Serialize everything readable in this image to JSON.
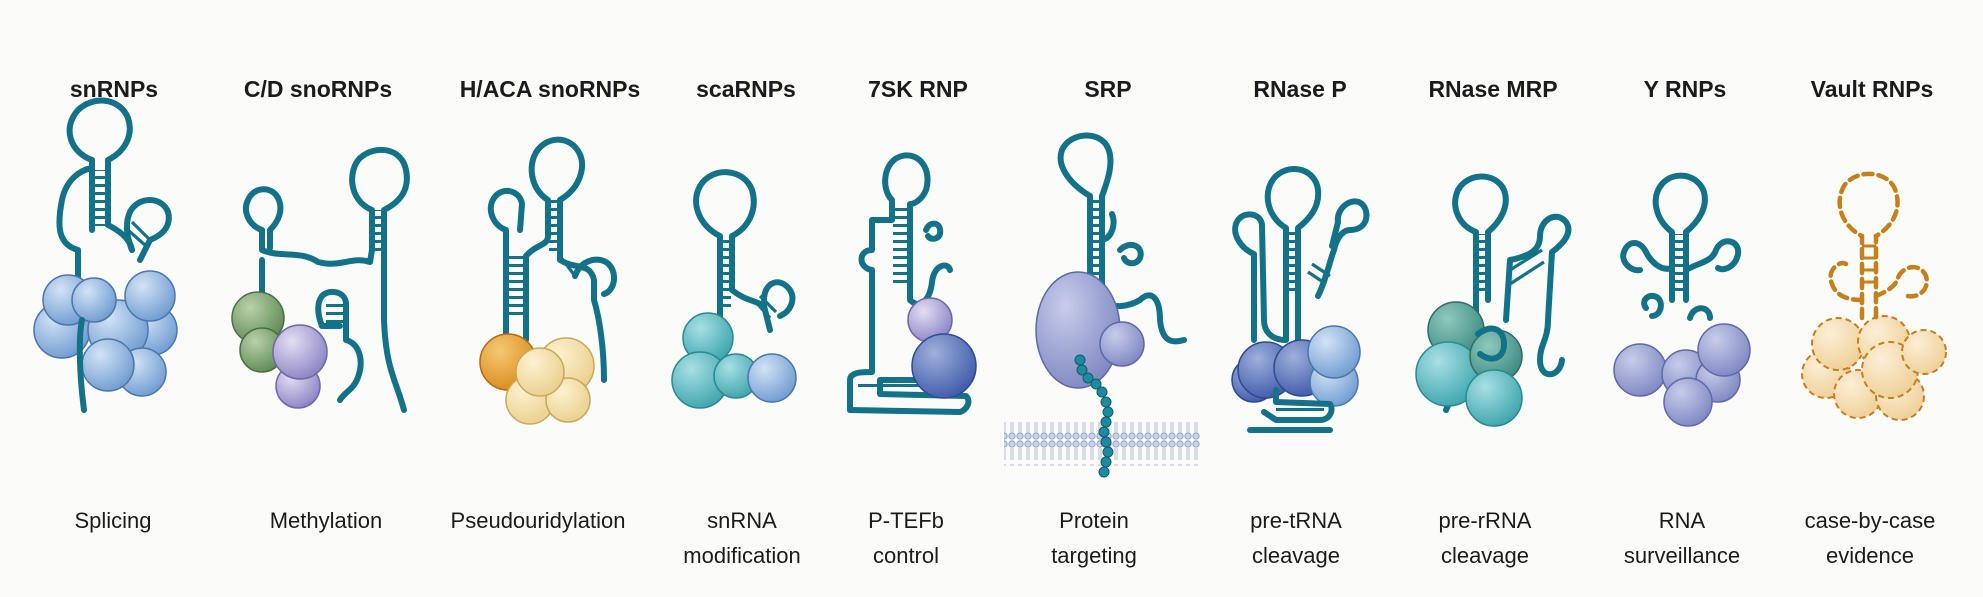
{
  "panels": [
    {
      "title": "snRNPs",
      "function": [
        "Splicing"
      ],
      "icon": "snrnp-rna-protein-complex"
    },
    {
      "title": "C/D snoRNPs",
      "function": [
        "Methylation"
      ],
      "icon": "cd-snornp-rna-protein-complex"
    },
    {
      "title": "H/ACA snoRNPs",
      "function": [
        "Pseudouridylation"
      ],
      "icon": "haca-snornp-rna-protein-complex"
    },
    {
      "title": "scaRNPs",
      "function": [
        "snRNA",
        "modification"
      ],
      "icon": "scarnp-rna-protein-complex"
    },
    {
      "title": "7SK RNP",
      "function": [
        "P-TEFb",
        "control"
      ],
      "icon": "7sk-rnp-rna-protein-complex"
    },
    {
      "title": "SRP",
      "function": [
        "Protein",
        "targeting"
      ],
      "icon": "srp-with-membrane-and-nascent-peptide"
    },
    {
      "title": "RNase P",
      "function": [
        "pre-tRNA",
        "cleavage"
      ],
      "icon": "rnase-p-rna-protein-complex"
    },
    {
      "title": "RNase MRP",
      "function": [
        "pre-rRNA",
        "cleavage"
      ],
      "icon": "rnase-mrp-rna-protein-complex"
    },
    {
      "title": "Y RNPs",
      "function": [
        "RNA",
        "surveillance"
      ],
      "icon": "y-rnp-rna-protein-complex"
    },
    {
      "title": "Vault RNPs",
      "function": [
        "case-by-case",
        "evidence"
      ],
      "icon": "vault-rnp-dashed-outline"
    }
  ],
  "colors": {
    "background": "#fbfbf9",
    "rna": "#137288",
    "text": "#1b1b1b",
    "vault_outline": "#c4801a"
  }
}
